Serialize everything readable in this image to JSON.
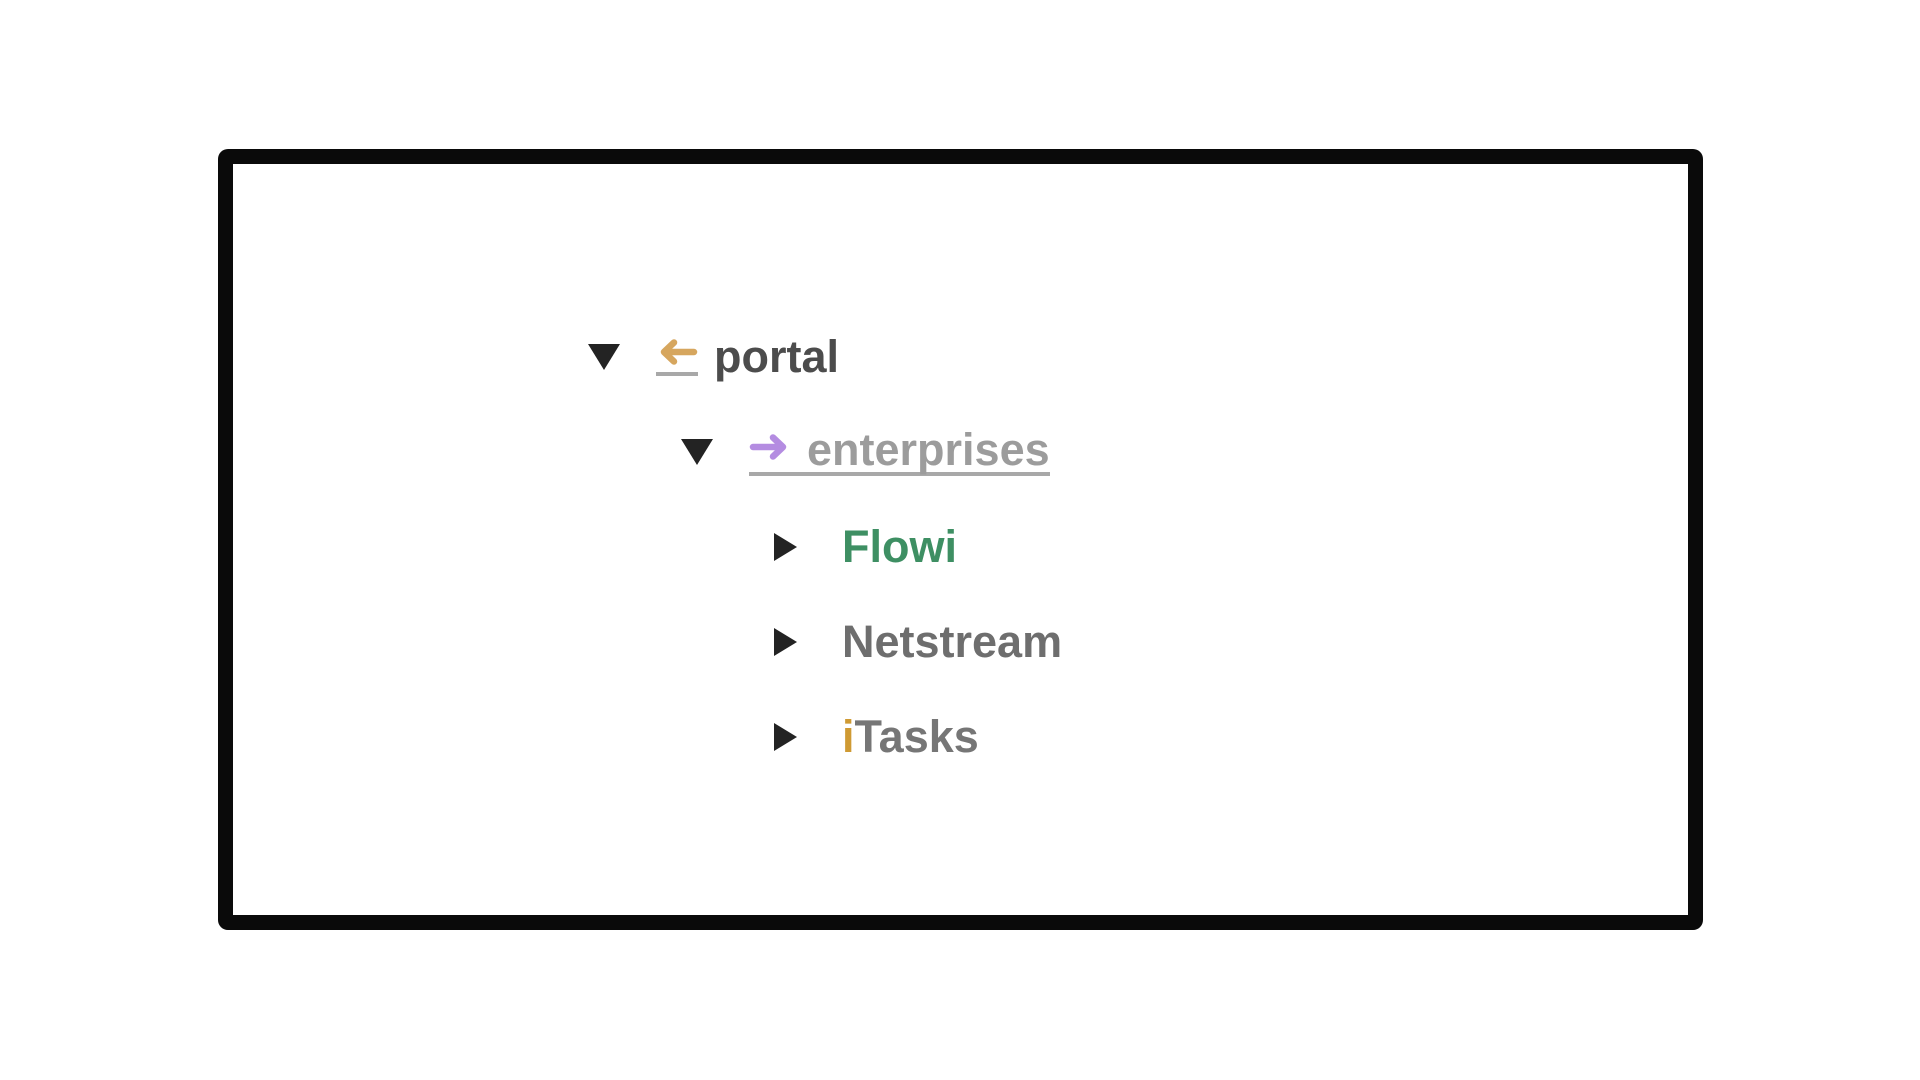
{
  "page": {
    "background_color": "#ffffff",
    "frame_border_color": "#0a0a0a",
    "caret_color": "#232323",
    "underline_color": "#a8a8a8"
  },
  "tree": {
    "rows": [
      {
        "label": "portal",
        "label_color": "#4c4c4c",
        "level": 0,
        "state": "expanded",
        "caret": "caret-down-icon",
        "icon": "left-arrow-icon",
        "icon_color": "#d6a65e",
        "underline": "icon-only"
      },
      {
        "label": "enterprises",
        "label_color": "#9c9c9c",
        "level": 1,
        "state": "expanded",
        "caret": "caret-down-icon",
        "icon": "right-arrow-icon",
        "icon_color": "#b48ce1",
        "underline": "icon-and-label"
      },
      {
        "label": "Flowi",
        "label_color": "#3e8f63",
        "level": 2,
        "state": "collapsed",
        "caret": "caret-right-icon"
      },
      {
        "label": "Netstream",
        "label_color": "#6e6e6e",
        "level": 2,
        "state": "collapsed",
        "caret": "caret-right-icon"
      },
      {
        "label": "iTasks",
        "label_prefix": "i",
        "prefix_color": "#cf9a33",
        "label_rest": "Tasks",
        "rest_color": "#767676",
        "level": 2,
        "state": "collapsed",
        "caret": "caret-right-icon"
      }
    ]
  }
}
